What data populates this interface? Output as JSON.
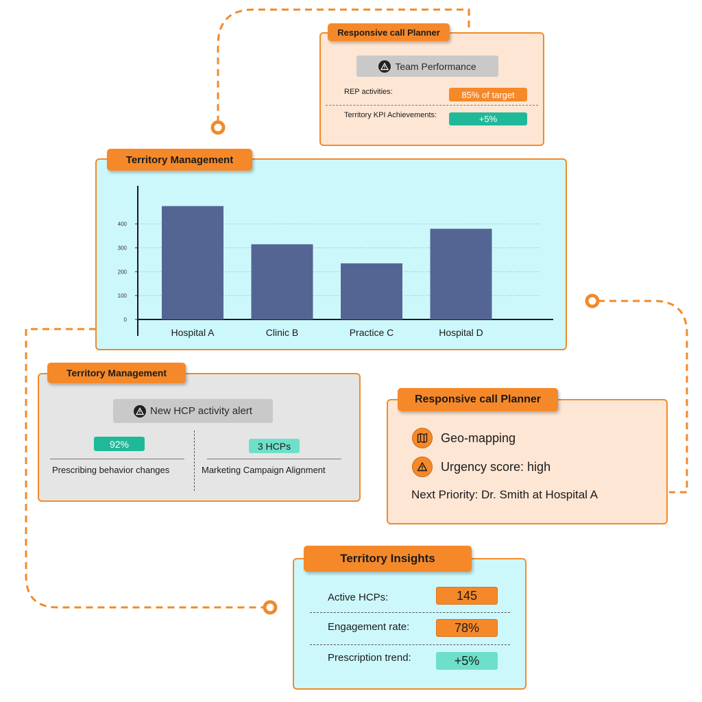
{
  "top_card": {
    "tab": "Responsive call Planner",
    "button": "Team Performance",
    "button_icon": "warning-icon",
    "row1_label": "REP activities:",
    "row1_value": "85% of target",
    "row2_label": "Territory KPI Achievements:",
    "row2_value": "+5%"
  },
  "chart_card": {
    "tab": "Territory Management"
  },
  "chart_data": {
    "type": "bar",
    "categories": [
      "Hospital A",
      "Clinic B",
      "Practice C",
      "Hospital D"
    ],
    "values": [
      475,
      315,
      235,
      380
    ],
    "yticks": [
      "0",
      "100",
      "200",
      "300",
      "400"
    ],
    "ylim": [
      0,
      560
    ],
    "bar_color": "#546594",
    "grid": true
  },
  "alert_card": {
    "tab": "Territory Management",
    "button": "New HCP activity alert",
    "button_icon": "warning-icon",
    "left_value": "92%",
    "left_label": "Prescribing behavior changes",
    "right_value": "3 HCPs",
    "right_label": "Marketing Campaign Alignment"
  },
  "planner_card": {
    "tab": "Responsive call Planner",
    "item1": "Geo-mapping",
    "item1_icon": "map-icon",
    "item2": "Urgency score: high",
    "item2_icon": "warning-icon",
    "next_priority": "Next Priority: Dr. Smith at Hospital A"
  },
  "insights_card": {
    "tab": "Territory Insights",
    "rows": [
      {
        "label": "Active HCPs:",
        "value": "145"
      },
      {
        "label": "Engagement rate:",
        "value": "78%"
      },
      {
        "label": "Prescription trend:",
        "value": "+5%"
      }
    ]
  },
  "colors": {
    "accent": "#f5892a",
    "teal": "#1fb99a",
    "bar": "#546594",
    "cyan_bg": "#cdf8fb",
    "peach_bg": "#fde6d4"
  }
}
